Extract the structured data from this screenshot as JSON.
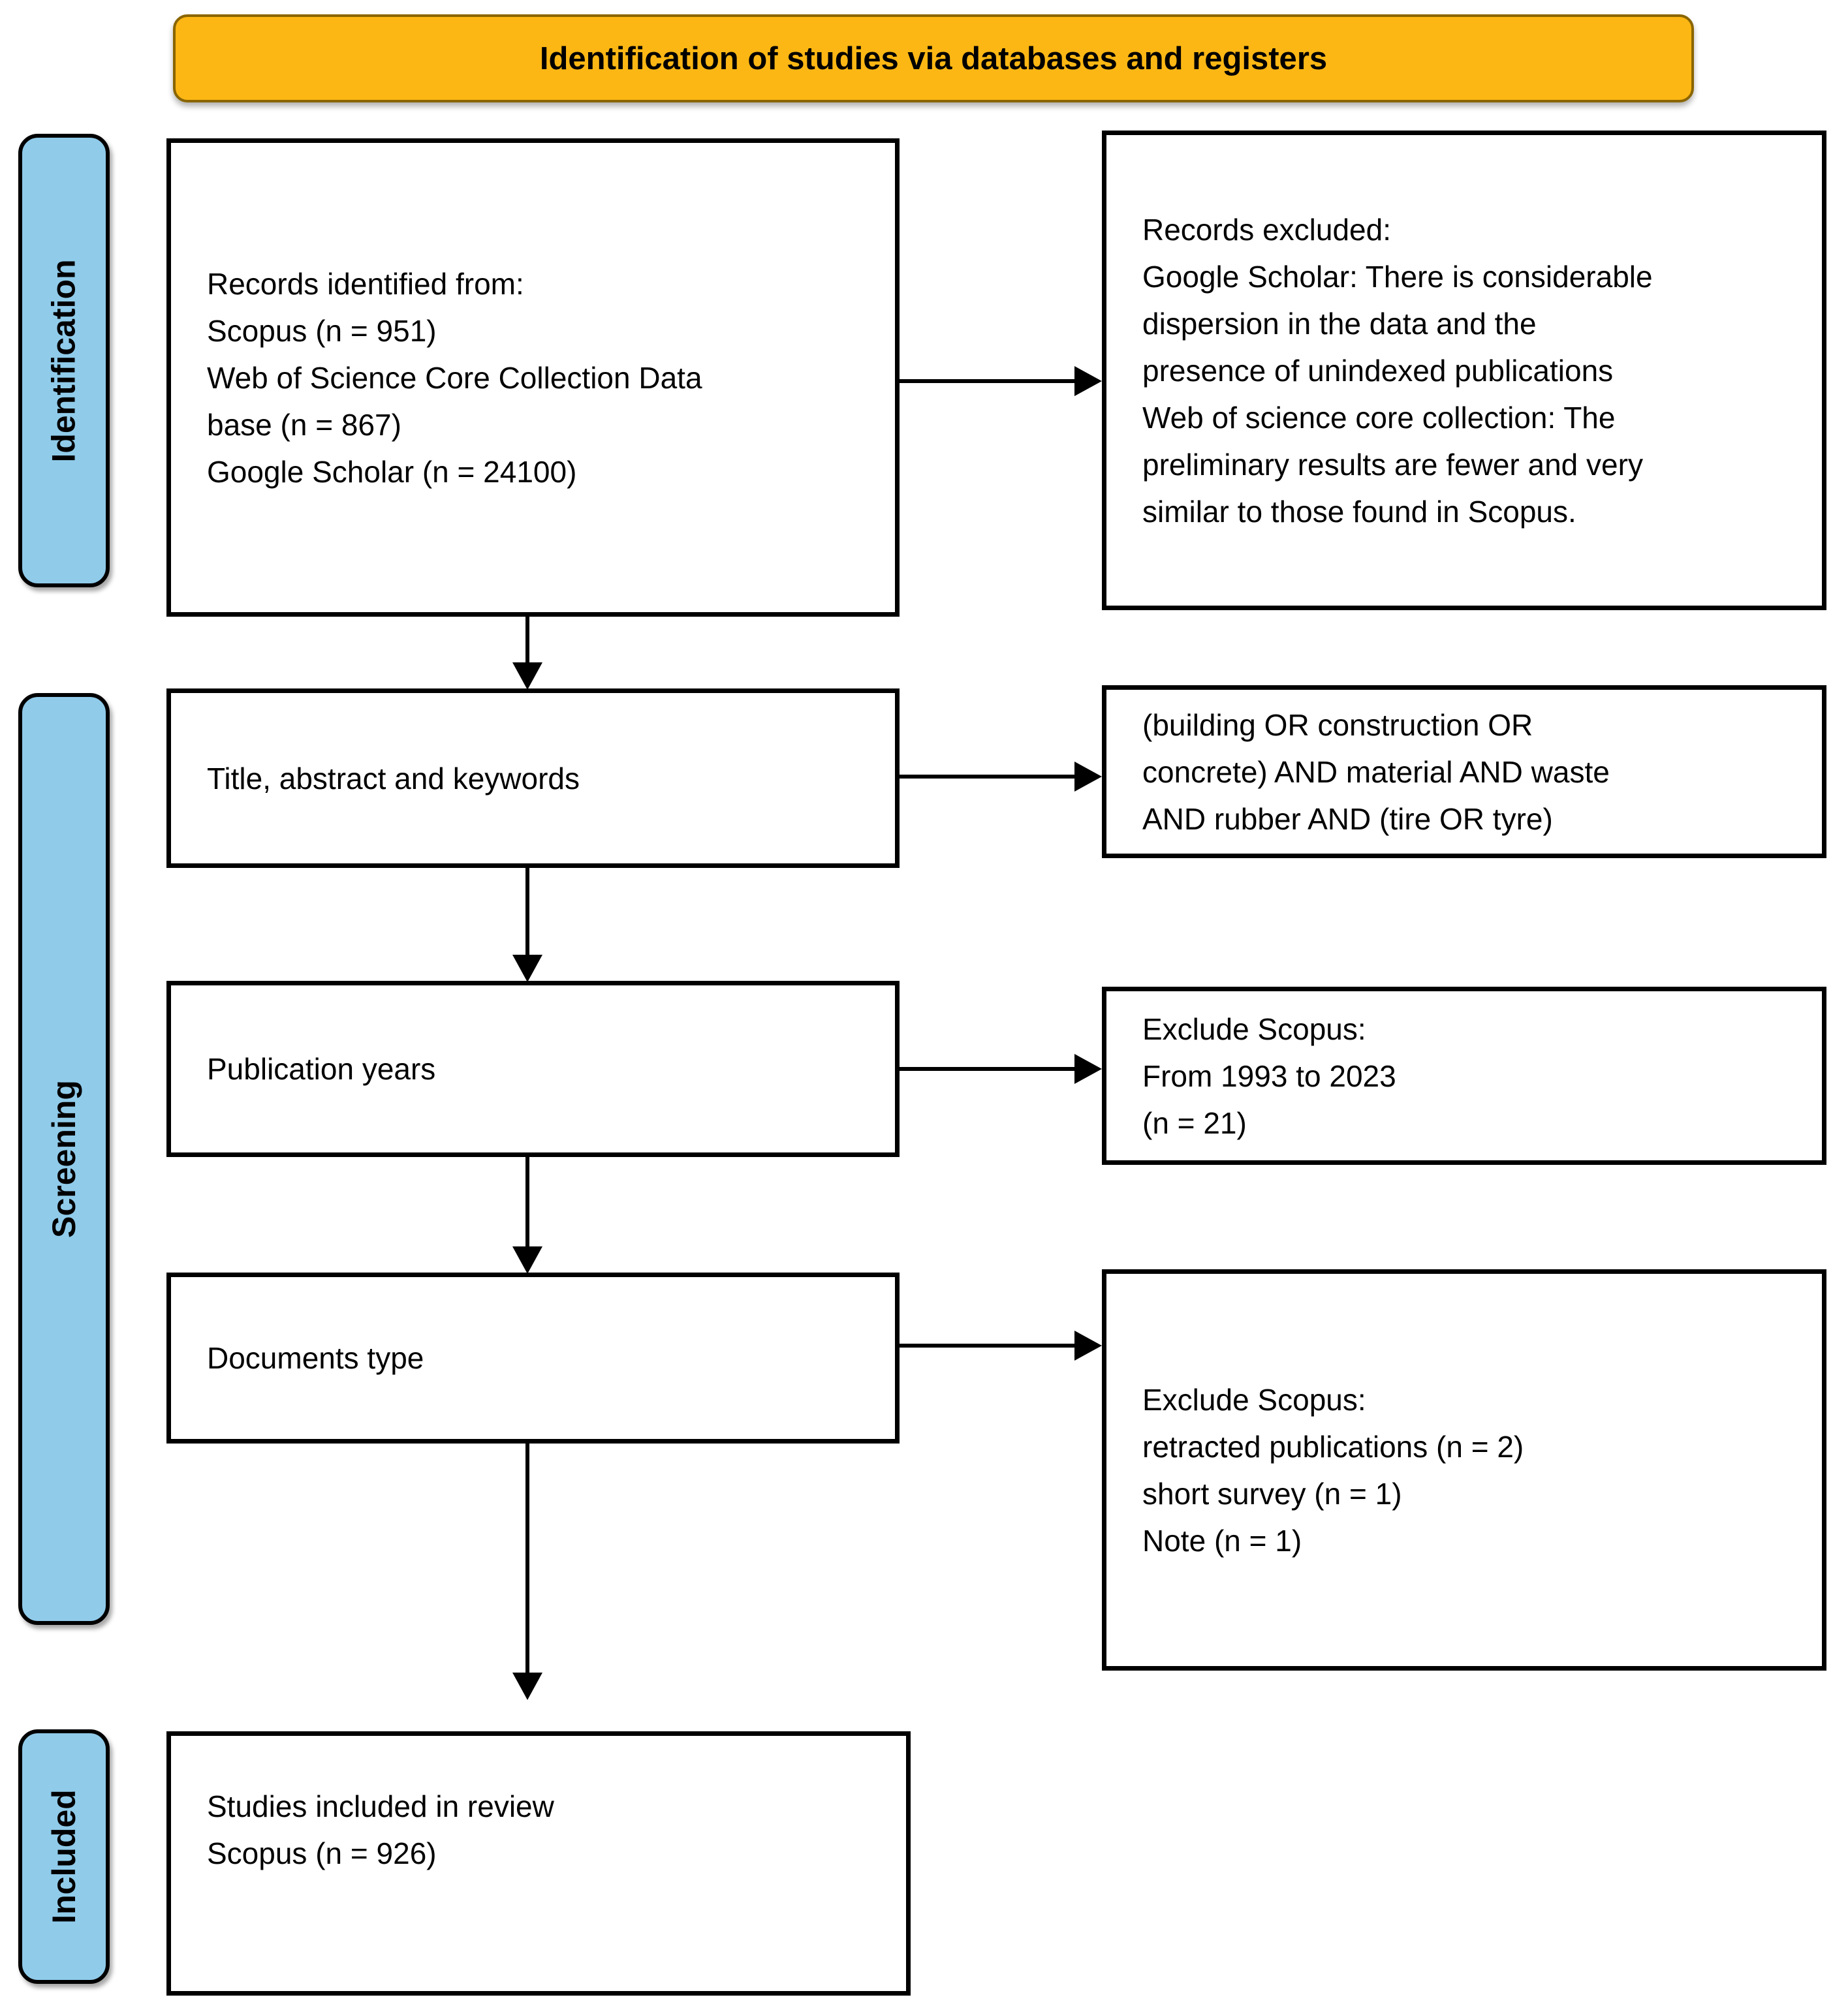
{
  "banner": {
    "title": "Identification of studies via databases and registers"
  },
  "stages": {
    "identification": "Identification",
    "screening": "Screening",
    "included": "Included"
  },
  "boxes": {
    "records_identified": {
      "lines": [
        "Records identified from:",
        "Scopus (n = 951)",
        "Web of Science Core Collection Data",
        "base (n = 867)",
        "Google Scholar (n = 24100)"
      ]
    },
    "records_excluded": {
      "lines": [
        "Records excluded:",
        "Google Scholar: There is considerable",
        "dispersion in the data and the",
        "presence of unindexed publications",
        "Web of science core collection: The",
        "preliminary results are fewer and very",
        "similar to those found in Scopus."
      ]
    },
    "title_abstract_keywords": {
      "lines": [
        "Title, abstract and keywords"
      ]
    },
    "search_query": {
      "lines": [
        "(building OR construction OR",
        "concrete) AND material AND waste",
        "AND rubber AND (tire OR tyre)"
      ]
    },
    "publication_years": {
      "lines": [
        "Publication years"
      ]
    },
    "exclude_publication_years": {
      "lines": [
        "Exclude Scopus:",
        "From 1993 to 2023",
        "(n = 21)"
      ]
    },
    "documents_type": {
      "lines": [
        "Documents type"
      ]
    },
    "exclude_documents_type": {
      "lines": [
        "Exclude Scopus:",
        "retracted publications (n = 2)",
        "short survey (n = 1)",
        "Note (n = 1)"
      ]
    },
    "studies_included": {
      "lines": [
        "Studies included in review",
        "Scopus (n = 926)"
      ]
    }
  },
  "colors": {
    "banner_fill": "#FDB714",
    "banner_border": "#8A6500",
    "stage_fill": "#90CBEA",
    "box_border": "#000000",
    "arrow": "#000000"
  }
}
